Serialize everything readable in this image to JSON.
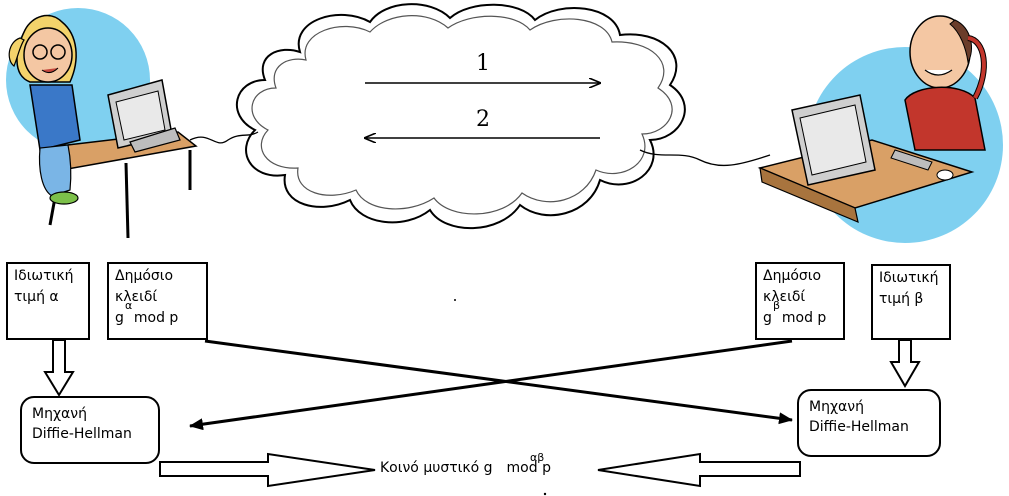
{
  "network": {
    "arrow1_label": "1",
    "arrow2_label": "2"
  },
  "left": {
    "private_box": {
      "line1": "Ιδιωτική",
      "line2": "τιμή α"
    },
    "public_box": {
      "line1": "Δημόσιο",
      "line2": "κλειδί",
      "base": "g",
      "exp": "α",
      "rest": "mod p"
    },
    "engine": {
      "line1": "Μηχανή",
      "line2": "Diffie-Hellman"
    }
  },
  "right": {
    "public_box": {
      "line1": "Δημόσιο",
      "line2": "κλειδί",
      "base": "g",
      "exp": "β",
      "rest": "mod p"
    },
    "private_box": {
      "line1": "Ιδιωτική",
      "line2": "τιμή β"
    },
    "engine": {
      "line1": "Μηχανή",
      "line2": "Diffie-Hellman"
    }
  },
  "shared_secret": {
    "prefix": "Κοινό μυστικό ",
    "base": "g",
    "exp": "αβ",
    "rest": "mod p"
  },
  "colors": {
    "sky": "#7fd0f0",
    "desk": "#d9a066",
    "computer": "#cfcfcf",
    "alice_shirt": "#3a78c8",
    "alice_hair": "#f3d36b",
    "bob_shirt": "#c2362c",
    "skin": "#f4c7a3"
  }
}
